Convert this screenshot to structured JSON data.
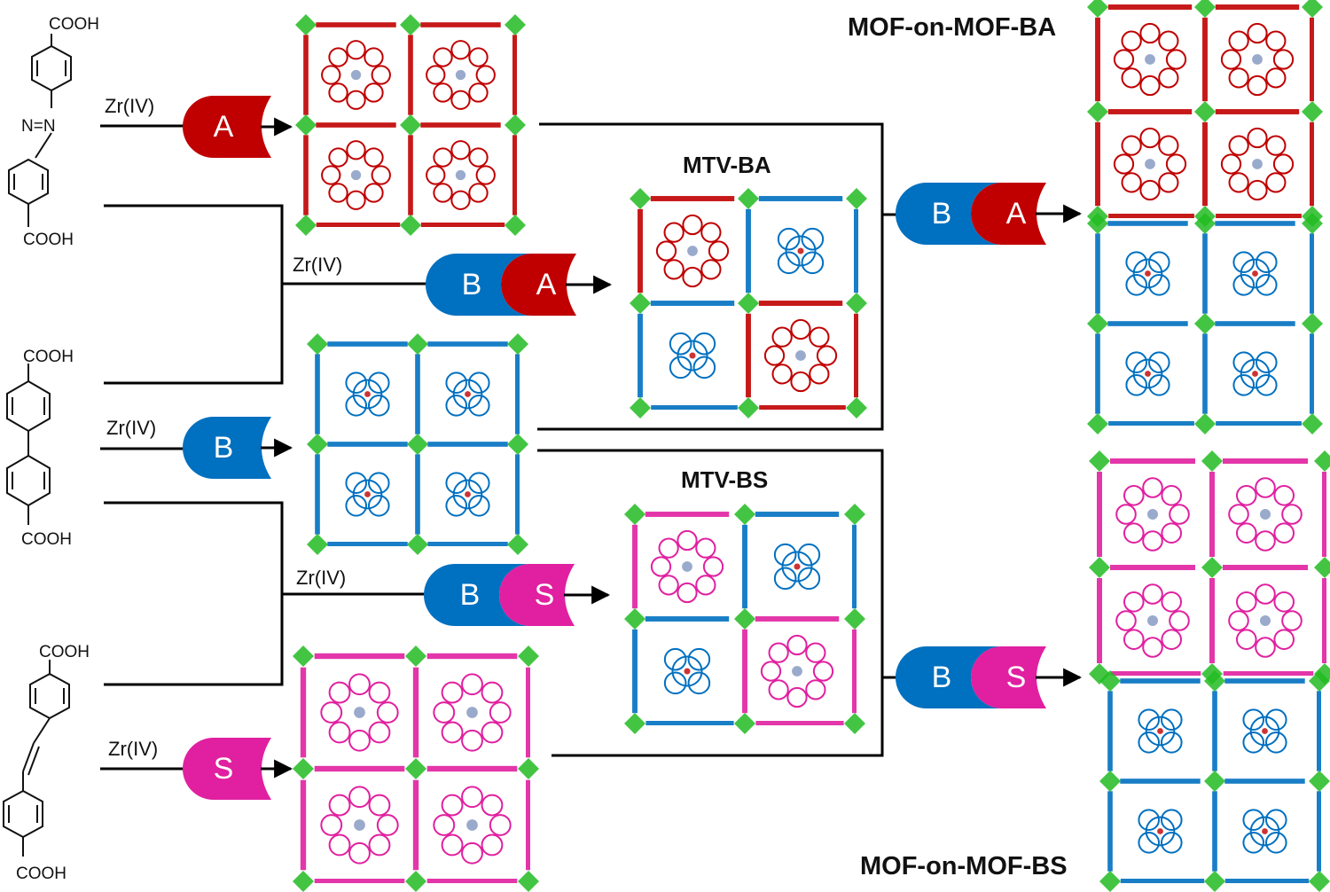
{
  "titles": {
    "mof_on_mof_ba": "MOF-on-MOF-BA",
    "mtv_ba": "MTV-BA",
    "mtv_bs": "MTV-BS",
    "mof_on_mof_bs": "MOF-on-MOF-BS"
  },
  "reagent": "Zr(IV)",
  "linkers": {
    "cooh": "COOH",
    "azo": "N=N"
  },
  "units": {
    "a": "A",
    "b": "B",
    "s": "S"
  },
  "colors": {
    "A": "#c00000",
    "B": "#0070c0",
    "S": "#e020a0",
    "node": "#22bb22",
    "line": "#000000"
  }
}
